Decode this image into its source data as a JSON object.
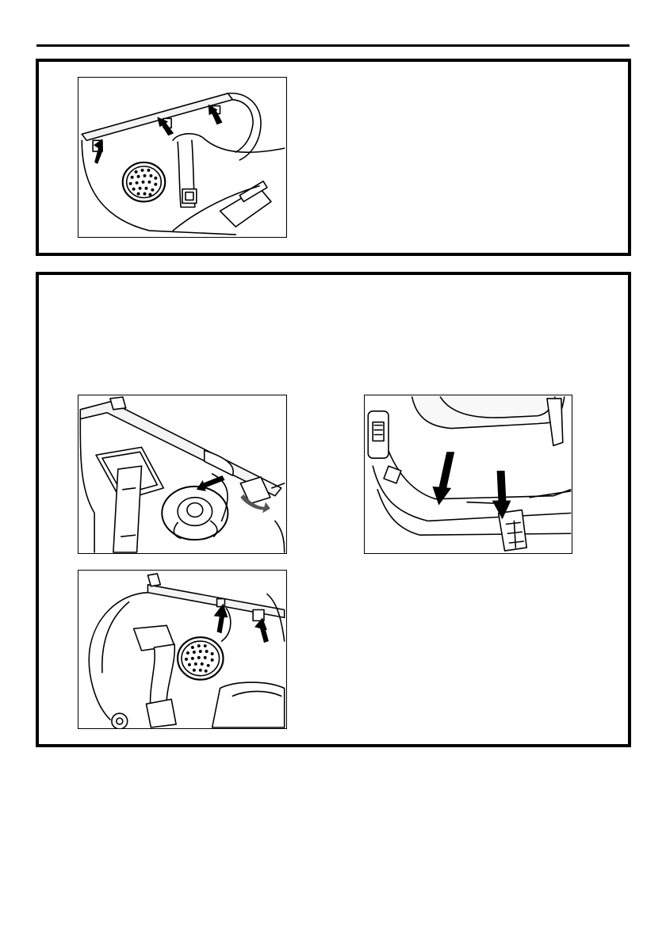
{
  "page": {
    "sections": [
      {
        "figures": [
          {
            "icon": "helmet-speaker-mounting-illustration",
            "arrows": 3
          }
        ]
      },
      {
        "figures": [
          {
            "icon": "speaker-removal-illustration",
            "arrows": 2
          },
          {
            "icon": "helmet-padding-clip-illustration",
            "arrows": 2
          },
          {
            "icon": "speaker-installation-illustration",
            "arrows": 2
          }
        ]
      }
    ]
  }
}
